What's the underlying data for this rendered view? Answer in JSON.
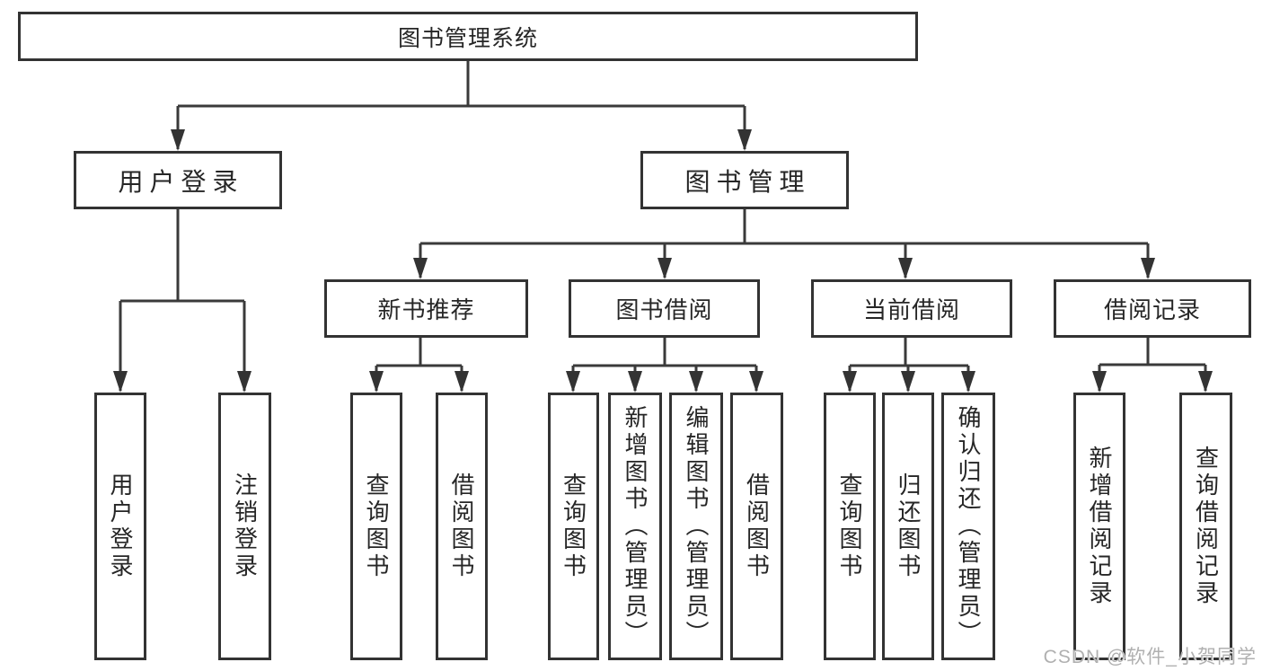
{
  "diagram": {
    "root": {
      "label": "图书管理系统"
    },
    "branches": [
      {
        "id": "user-login",
        "label": "用户登录"
      },
      {
        "id": "book-management",
        "label": "图书管理"
      }
    ],
    "sections": [
      {
        "id": "new-book-recommend",
        "label": "新书推荐",
        "parent": "图书管理"
      },
      {
        "id": "book-borrowing",
        "label": "图书借阅",
        "parent": "图书管理"
      },
      {
        "id": "current-borrowing",
        "label": "当前借阅",
        "parent": "图书管理"
      },
      {
        "id": "borrowing-records",
        "label": "借阅记录",
        "parent": "图书管理"
      }
    ],
    "leaves": [
      {
        "id": "user-login",
        "label": "用户登录",
        "parent": "用户登录"
      },
      {
        "id": "logout",
        "label": "注销登录",
        "parent": "用户登录"
      },
      {
        "id": "query-books",
        "label": "查询图书",
        "parent": "新书推荐"
      },
      {
        "id": "borrow-books",
        "label": "借阅图书",
        "parent": "新书推荐"
      },
      {
        "id": "query-books",
        "label": "查询图书",
        "parent": "图书借阅"
      },
      {
        "id": "add-book-admin",
        "label": "新增图书（管理员）",
        "parent": "图书借阅"
      },
      {
        "id": "edit-book-admin",
        "label": "编辑图书（管理员）",
        "parent": "图书借阅"
      },
      {
        "id": "borrow-books",
        "label": "借阅图书",
        "parent": "图书借阅"
      },
      {
        "id": "query-books",
        "label": "查询图书",
        "parent": "当前借阅"
      },
      {
        "id": "return-books",
        "label": "归还图书",
        "parent": "当前借阅"
      },
      {
        "id": "confirm-return-admin",
        "label": "确认归还（管理员）",
        "parent": "当前借阅"
      },
      {
        "id": "add-borrow-record",
        "label": "新增借阅记录",
        "parent": "借阅记录"
      },
      {
        "id": "query-borrow-record",
        "label": "查询借阅记录",
        "parent": "借阅记录"
      }
    ]
  },
  "watermark": {
    "text": "CSDN @软件_小贺同学"
  },
  "colors": {
    "background": "#ffffff",
    "box_border": "#333333",
    "line": "#3a3a3a",
    "text": "#262626",
    "watermark": "#b0b0b0"
  }
}
